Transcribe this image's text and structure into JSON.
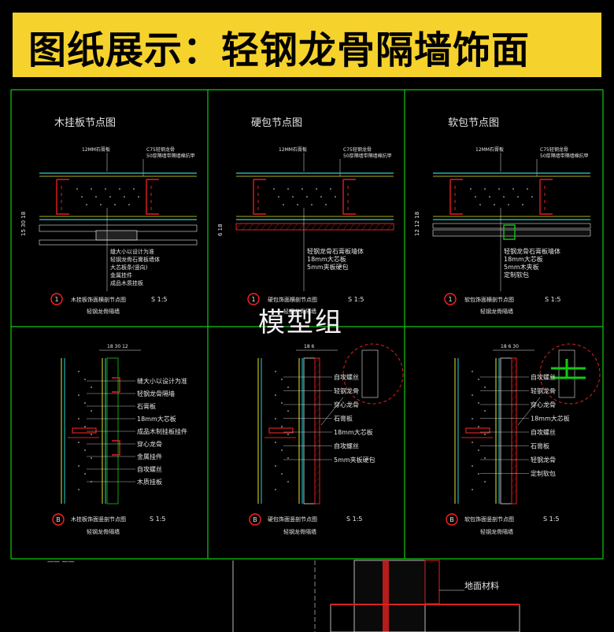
{
  "banner": {
    "title": "图纸展示：轻钢龙骨隔墙饰面",
    "bg_color": "#f6d22c"
  },
  "watermark": "模型组",
  "colors": {
    "frame": "#14c814",
    "wall": "#e02020",
    "text": "#e6e6e6",
    "callout": "#ff2020",
    "cyan": "#28d2d2",
    "yellow": "#e6e628"
  },
  "panels": [
    {
      "title": "木挂板节点图",
      "top_labels": [
        "12MM石膏板",
        "C75轻钢龙骨",
        "50厚隔墙带隔墙棉抗甲"
      ],
      "dims": "15 30 18",
      "leaders": [
        "缝大小以设计为准",
        "轻钢龙骨石膏板墙体",
        "大芯板条(竖向)",
        "金属挂件",
        "成品木质挂板"
      ],
      "callout_num": "1",
      "caption": "木挂板饰面横剖节点图",
      "scale": "S 1:5",
      "subcaption": "轻钢龙骨隔墙"
    },
    {
      "title": "硬包节点图",
      "top_labels": [
        "12MM石膏板",
        "C75轻钢龙骨",
        "50厚隔墙带隔墙棉抗甲"
      ],
      "dims": "6 18",
      "leaders": [
        "轻钢龙骨石膏板墙体",
        "18mm大芯板",
        "5mm夹板硬包"
      ],
      "callout_num": "1",
      "caption": "硬包饰面横剖节点图",
      "scale": "S 1:5",
      "subcaption": "轻钢龙骨隔墙"
    },
    {
      "title": "软包节点图",
      "top_labels": [
        "12MM石膏板",
        "C75轻钢龙骨",
        "50厚隔墙带隔墙棉抗甲"
      ],
      "dims": "12 12 18",
      "leaders": [
        "轻钢龙骨石膏板墙体",
        "18mm大芯板",
        "5mm木夹板",
        "定制软包"
      ],
      "callout_num": "1",
      "caption": "软包饰面横剖节点图",
      "scale": "S 1:5",
      "subcaption": "轻钢龙骨隔墙"
    },
    {
      "dims": "18 30 12",
      "leaders": [
        "缝大小以设计为准",
        "轻钢龙骨隔墙",
        "石膏板",
        "18mm大芯板",
        "成品木制挂板挂件",
        "穿心龙骨",
        "金属挂件",
        "自攻螺丝",
        "木质挂板"
      ],
      "callout_num": "B",
      "caption": "木挂板饰面竖剖节点图",
      "scale": "S 1:5",
      "subcaption": "轻钢龙骨隔墙"
    },
    {
      "dims": "18 6",
      "leaders": [
        "自攻螺丝",
        "轻钢龙骨",
        "穿心龙骨",
        "石膏板",
        "18mm大芯板",
        "自攻螺丝",
        "5mm夹板硬包"
      ],
      "callout_num": "B",
      "caption": "硬包饰面竖剖节点图",
      "scale": "S 1:5",
      "subcaption": "轻钢龙骨隔墙"
    },
    {
      "dims": "18 6 30",
      "leaders": [
        "自攻螺丝",
        "轻钢龙骨",
        "穿心龙骨",
        "18mm大芯板",
        "自攻螺丝",
        "石膏板",
        "轻钢龙骨",
        "定制软包"
      ],
      "callout_num": "B",
      "caption": "软包饰面竖剖节点图",
      "scale": "S 1:5",
      "subcaption": "轻钢龙骨隔墙"
    }
  ],
  "floor_label": "地面材料"
}
